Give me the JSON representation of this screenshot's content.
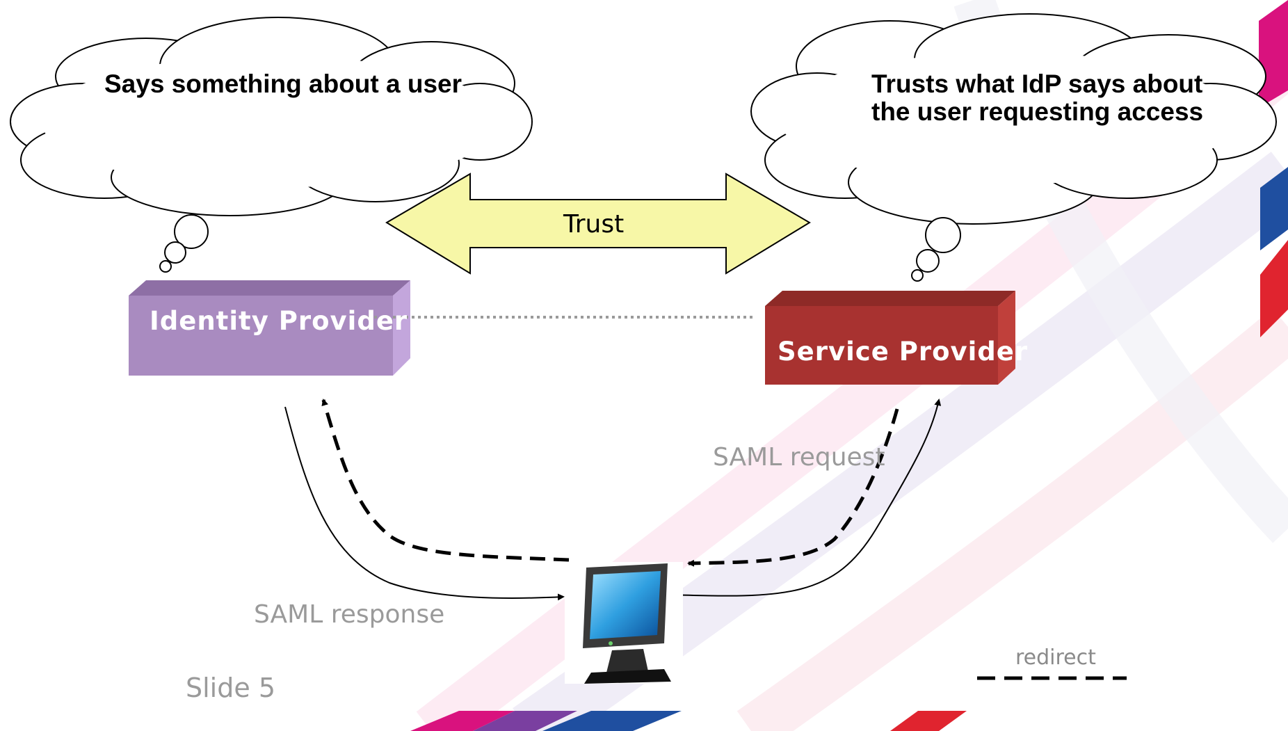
{
  "clouds": {
    "left_text": "Says something about a user",
    "right_line1": "Trusts what IdP says about",
    "right_line2": "the user requesting access"
  },
  "trust_label": "Trust",
  "identity_provider": {
    "label": "Identity Provider",
    "color": "#a98bc0"
  },
  "service_provider": {
    "label": "Service Provider",
    "color": "#a83230"
  },
  "saml_request_label": "SAML request",
  "saml_response_label": "SAML response",
  "legend": {
    "label": "redirect"
  },
  "slide_label": "Slide 5",
  "colors": {
    "trust_arrow_fill": "#f7f7a7",
    "ribbon_magenta": "#d9127e",
    "ribbon_blue": "#1f4fa0",
    "ribbon_red": "#e0242f",
    "ribbon_purple": "#7a3fa0"
  },
  "icons": {
    "computer": "monitor-icon"
  }
}
